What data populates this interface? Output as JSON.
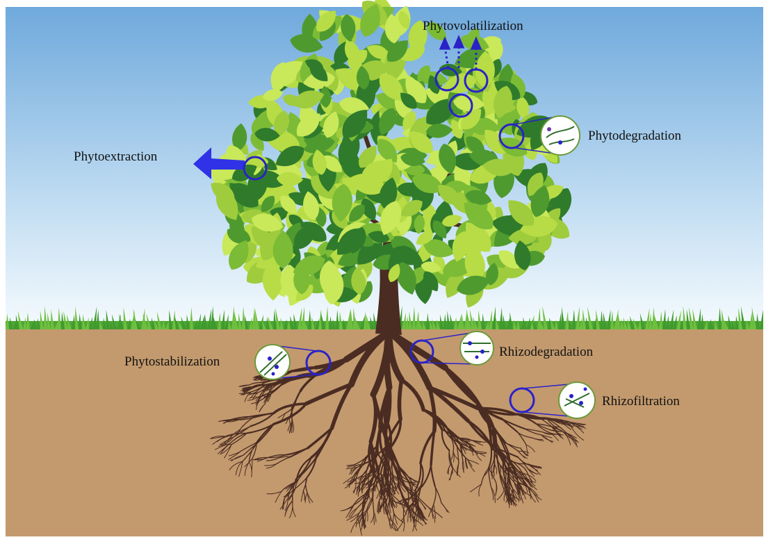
{
  "diagram": {
    "labels": {
      "phytovolatilization": "Phytovolatilization",
      "phytodegradation": "Phytodegradation",
      "phytoextraction": "Phytoextraction",
      "phytostabilization": "Phytostabilization",
      "rhizodegradation": "Rhizodegradation",
      "rhizofiltration": "Rhizofiltration"
    },
    "colors": {
      "sky_top": "#79b3e2",
      "sky_bottom": "#f4f9fd",
      "soil": "#c39a6e",
      "grass": "#3f9a2e",
      "trunk": "#4a2c22",
      "leaf_light": "#b7dc45",
      "leaf_mid": "#7cbb35",
      "leaf_dark": "#2f7b2b",
      "marker": "#2a22c8",
      "arrow": "#2f32e6"
    }
  }
}
